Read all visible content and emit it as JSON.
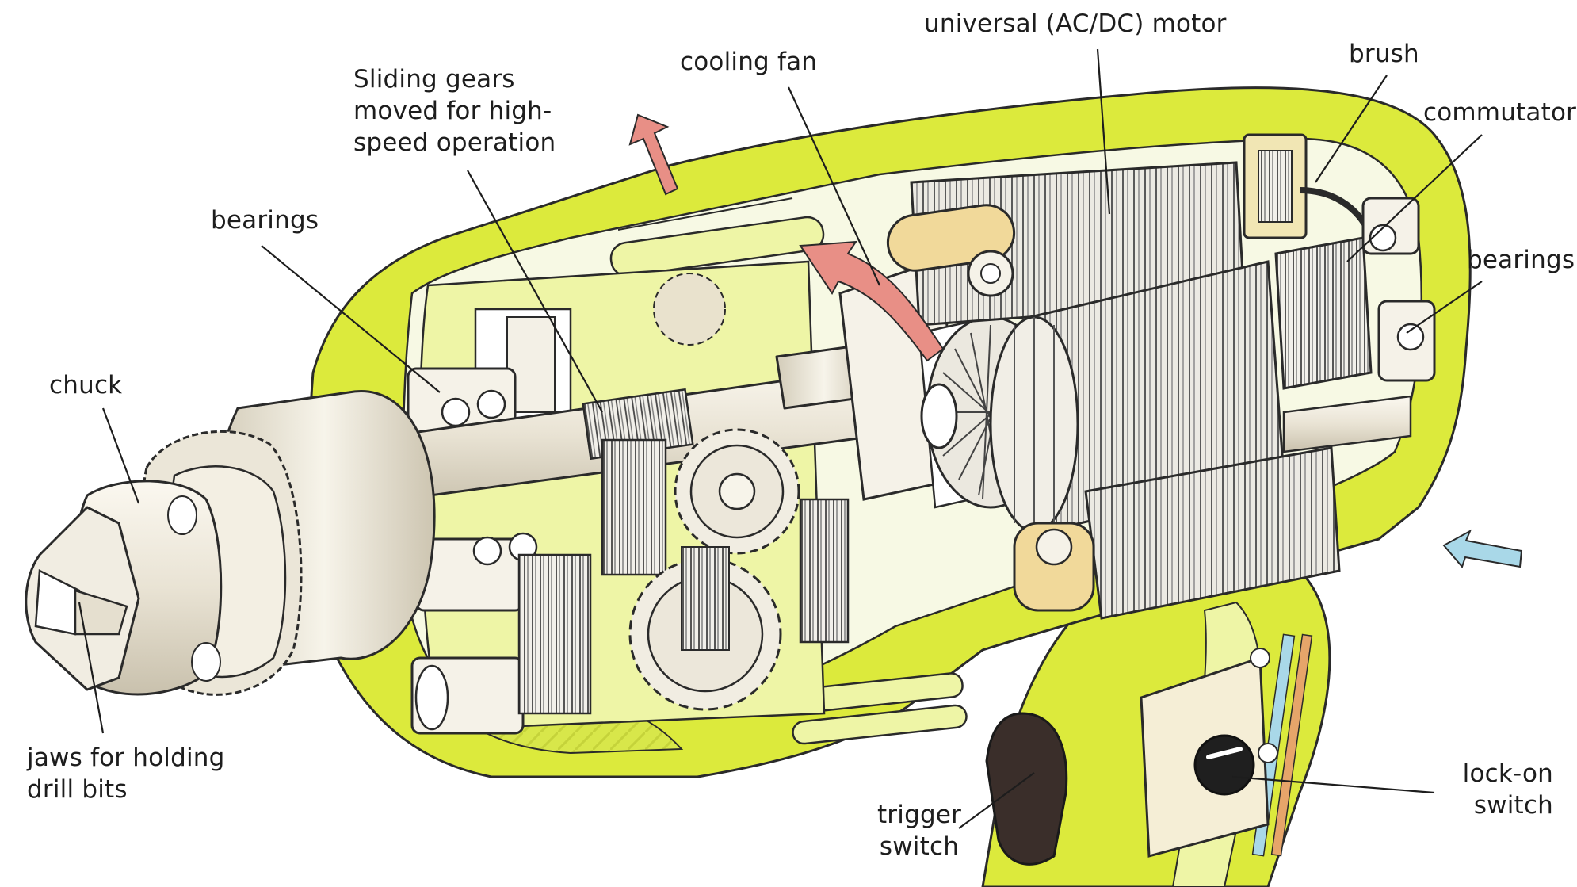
{
  "labels": {
    "motor": "universal (AC/DC) motor",
    "cooling_fan": "cooling fan",
    "brush": "brush",
    "commutator": "commutator",
    "sliding_gears": [
      "Sliding gears",
      "moved for high-",
      "speed operation"
    ],
    "bearings_left": "bearings",
    "bearings_right": "bearings",
    "chuck": "chuck",
    "jaws": [
      "jaws for holding",
      "drill bits"
    ],
    "trigger": [
      "trigger",
      "switch"
    ],
    "lock_on": [
      "lock-on",
      "switch"
    ]
  },
  "colors": {
    "housing": "#dcea3c",
    "housing_light": "#eef5a6",
    "metal": "#f1ede2",
    "metal_shade": "#cfc8b6",
    "airflow_out": "#e88f86",
    "airflow_in": "#a9d8e8",
    "trigger": "#3a2e2a",
    "ink": "#2a2a2a"
  }
}
